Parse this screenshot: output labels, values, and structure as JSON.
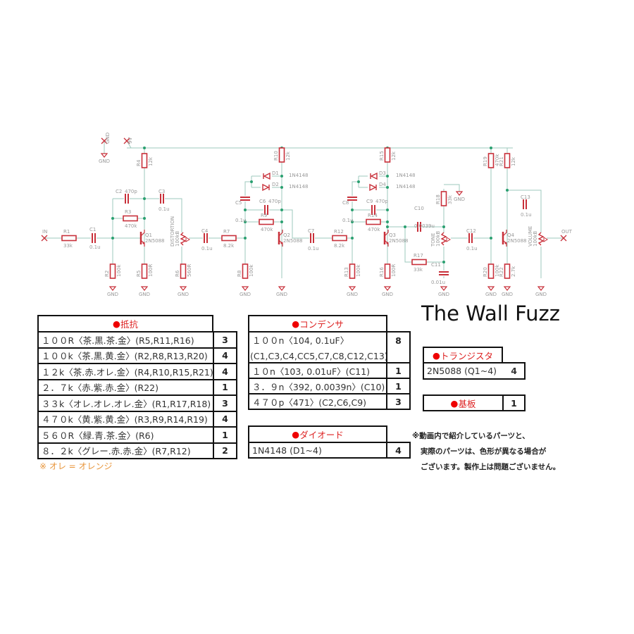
{
  "title": "The Wall Fuzz",
  "schematic": {
    "ports": {
      "in": "IN",
      "out": "OUT",
      "v9": "9V",
      "gnd": "GND"
    },
    "gnd_label": "GND",
    "components": {
      "R1": {
        "name": "R1",
        "value": "33k"
      },
      "R2": {
        "name": "R2",
        "value": "100k"
      },
      "R3": {
        "name": "R3",
        "value": "470k"
      },
      "R4": {
        "name": "R4",
        "value": "12k"
      },
      "R5": {
        "name": "R5",
        "value": "100R"
      },
      "R6": {
        "name": "R6",
        "value": "560R"
      },
      "R7": {
        "name": "R7",
        "value": "8.2k"
      },
      "R8": {
        "name": "R8",
        "value": "100k"
      },
      "R9": {
        "name": "R9",
        "value": "470k"
      },
      "R10": {
        "name": "R10",
        "value": "12k"
      },
      "R11": {
        "name": "R11",
        "value": "100R"
      },
      "R12": {
        "name": "R12",
        "value": "8.2k"
      },
      "R13": {
        "name": "R13",
        "value": "100k"
      },
      "R14": {
        "name": "R14",
        "value": "470k"
      },
      "R15": {
        "name": "R15",
        "value": "12k"
      },
      "R16": {
        "name": "R16",
        "value": "100R"
      },
      "R17": {
        "name": "R17",
        "value": "33k"
      },
      "R18": {
        "name": "R18",
        "value": "33k"
      },
      "R19": {
        "name": "R19",
        "value": "470k"
      },
      "R20": {
        "name": "R20",
        "value": "100k"
      },
      "R21": {
        "name": "R21",
        "value": "12k"
      },
      "R22": {
        "name": "R22",
        "value": "2.7k"
      },
      "C1": {
        "name": "C1",
        "value": "0.1u"
      },
      "C2": {
        "name": "C2",
        "value": "470p"
      },
      "C3": {
        "name": "C3",
        "value": "0.1u"
      },
      "C4": {
        "name": "C4",
        "value": "0.1u"
      },
      "C5": {
        "name": "C5",
        "value": "0.1u"
      },
      "C6": {
        "name": "C6",
        "value": "470p"
      },
      "C7": {
        "name": "C7",
        "value": "0.1u"
      },
      "C8": {
        "name": "C8",
        "value": "0.1u"
      },
      "C9": {
        "name": "C9",
        "value": "470p"
      },
      "C10": {
        "name": "C10",
        "value": "0.0039u"
      },
      "C11": {
        "name": "C11",
        "value": "0.01u"
      },
      "C12": {
        "name": "C12",
        "value": "0.1u"
      },
      "C13": {
        "name": "C13",
        "value": "0.1u"
      },
      "D1": {
        "name": "D1",
        "value": "1N4148"
      },
      "D2": {
        "name": "D2",
        "value": "1N4148"
      },
      "D3": {
        "name": "D3",
        "value": "1N4148"
      },
      "D4": {
        "name": "D4",
        "value": "1N4148"
      },
      "Q1": {
        "name": "Q1",
        "value": "2N5088"
      },
      "Q2": {
        "name": "Q2",
        "value": "2N5088"
      },
      "Q3": {
        "name": "Q3",
        "value": "2N5088"
      },
      "Q4": {
        "name": "Q4",
        "value": "2N5088"
      },
      "DIST": {
        "name": "DISTORTION",
        "value": "100kB"
      },
      "TONE": {
        "name": "TONE",
        "value": "100kB"
      },
      "VOL": {
        "name": "VOLUME",
        "value": "100kB"
      }
    }
  },
  "resistors": {
    "header": "抵抗",
    "rows": [
      {
        "label": "１００R〈茶.黒.茶.金〉(R5,R11,R16)",
        "qty": "3"
      },
      {
        "label": "１００k〈茶.黒.黄.金〉(R2,R8,R13,R20)",
        "qty": "4"
      },
      {
        "label": "１２k〈茶.赤.オレ.金〉(R4,R10,R15,R21)",
        "qty": "4"
      },
      {
        "label": "２．７k〈赤.紫.赤.金〉(R22)",
        "qty": "1"
      },
      {
        "label": "３３k〈オレ.オレ.オレ.金〉(R1,R17,R18)",
        "qty": "3"
      },
      {
        "label": "４７０k〈黄.紫.黄.金〉(R3,R9,R14,R19)",
        "qty": "4"
      },
      {
        "label": "５６０R〈緑.青.茶.金〉(R6)",
        "qty": "1"
      },
      {
        "label": "８．２k〈グレー.赤.赤.金〉(R7,R12)",
        "qty": "2"
      }
    ],
    "footnote": "※ オレ = オレンジ"
  },
  "capacitors": {
    "header": "コンデンサ",
    "rows": [
      {
        "label": "１００n〈104, 0.1uF〉",
        "label2": "(C1,C3,C4,CC5,C7,C8,C12,C13)",
        "qty": "8"
      },
      {
        "label": "１０n〈103, 0.01uF〉(C11)",
        "qty": "1"
      },
      {
        "label": "３．９n〈392, 0.0039n〉(C10)",
        "qty": "1"
      },
      {
        "label": "４７０p〈471〉(C2,C6,C9)",
        "qty": "3"
      }
    ]
  },
  "diodes": {
    "header": "ダイオード",
    "rows": [
      {
        "label": "1N4148 (D1~4)",
        "qty": "4"
      }
    ]
  },
  "transistors": {
    "header": "トランジスタ",
    "rows": [
      {
        "label": "2N5088 (Q1~4)",
        "qty": "4"
      }
    ]
  },
  "board": {
    "header": "基板",
    "qty": "1"
  },
  "note": [
    "※動画内で紹介しているパーツと、",
    "実際のパーツは、色形が異なる場合が",
    "ございます。製作上は問題ございません。"
  ],
  "colors": {
    "part": "#c8303a",
    "wire": "#9cc8bc",
    "junction": "#2aa070",
    "label": "#999999",
    "header": "#dd2222"
  }
}
